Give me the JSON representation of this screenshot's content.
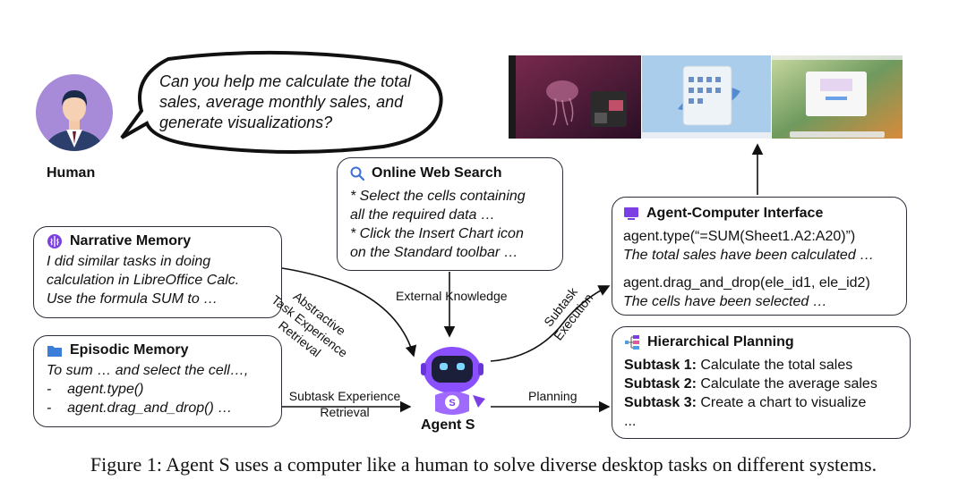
{
  "speech": {
    "lines": [
      "Can you help me calculate the total",
      "sales, average monthly sales, and",
      "generate visualizations?"
    ]
  },
  "human": {
    "label": "Human"
  },
  "web_search": {
    "title": "Online Web Search",
    "lines": [
      "* Select the cells containing",
      "all the required data …",
      "* Click the Insert Chart icon",
      "on the Standard toolbar …"
    ]
  },
  "narrative": {
    "title": "Narrative Memory",
    "lines": [
      "I did similar tasks in doing",
      "calculation in LibreOffice Calc.",
      "Use the formula SUM to …"
    ]
  },
  "episodic": {
    "title": "Episodic Memory",
    "lines": [
      "To sum … and select the cell…,",
      "-    agent.type()",
      "-    agent.drag_and_drop() …"
    ]
  },
  "aci": {
    "title": "Agent-Computer Interface",
    "line1": "agent.type(“=SUM(Sheet1.A2:A20)”)",
    "line2": "The total sales have been calculated …",
    "line3": "agent.drag_and_drop(ele_id1, ele_id2)",
    "line4": "The cells have been selected …"
  },
  "planning": {
    "title": "Hierarchical Planning",
    "subtasks": [
      {
        "label": "Subtask 1:",
        "text": "Calculate the total sales"
      },
      {
        "label": "Subtask 2:",
        "text": "Calculate the average sales"
      },
      {
        "label": "Subtask 3:",
        "text": "Create a chart to visualize"
      }
    ],
    "more": "..."
  },
  "agent": {
    "label": "Agent S",
    "badge": "S"
  },
  "edges": {
    "external": "External Knowledge",
    "abstractive": [
      "Abstractive",
      "Task Experience",
      "Retrieval"
    ],
    "subtask_retrieval": [
      "Subtask Experience",
      "Retrieval"
    ],
    "subtask_execution": [
      "Subtask",
      "Execution"
    ],
    "planning": "Planning"
  },
  "caption": "Figure 1: Agent S uses a computer like a human to solve diverse desktop tasks on different systems.",
  "colors": {
    "border": "#2a2f3a",
    "purple": "#7b3fe4",
    "robot": "#8a4fff",
    "folder": "#3b7dd8",
    "search": "#3f6fd6",
    "ubuntu_bg": "#5a1f3a",
    "windows_bg": "#9fc8ea",
    "mac_bg": "#7aa36b"
  },
  "icons": [
    "brain-icon",
    "folder-icon",
    "search-icon",
    "monitor-icon",
    "hierarchy-icon",
    "robot-icon",
    "human-avatar-icon"
  ]
}
